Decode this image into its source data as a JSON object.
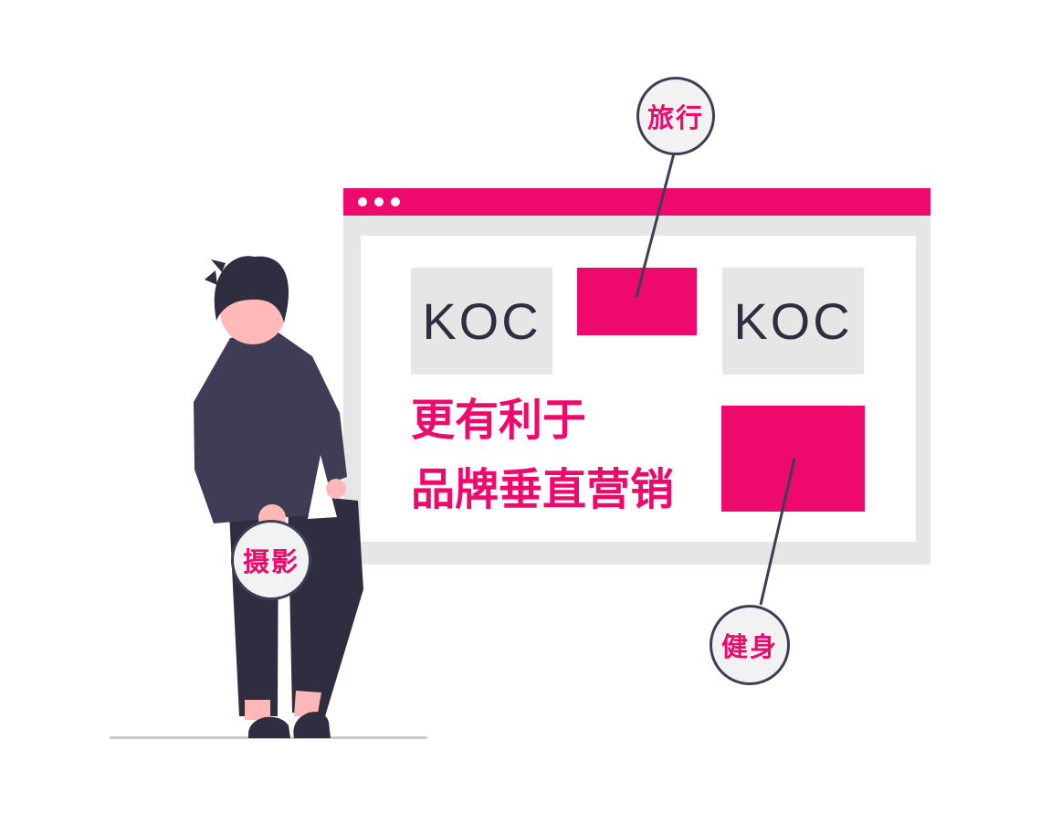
{
  "illustration": {
    "title": "KOC vertical marketing illustration",
    "colors": {
      "accent_pink": "#ee0a6c",
      "frame_gray": "#e6e6e6",
      "circle_gray": "#f2f2f2",
      "dark_navy": "#2f2e41",
      "jacket_gray": "#3f3d56",
      "skin_pink": "#ffb8b8",
      "ground_gray": "#cbcbcb",
      "white": "#ffffff"
    }
  },
  "browser_window": {
    "titlebar": {
      "dot_count": 3
    },
    "content": {
      "koc_left": "KOC",
      "koc_right": "KOC",
      "headline_line1": "更有利于",
      "headline_line2": "品牌垂直营销"
    }
  },
  "tags": {
    "travel": "旅行",
    "photography": "摄影",
    "fitness": "健身"
  }
}
